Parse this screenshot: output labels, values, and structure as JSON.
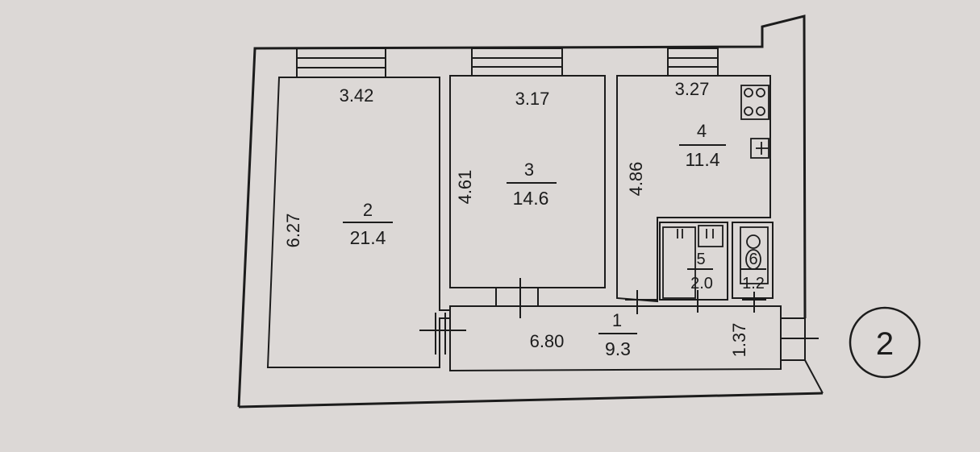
{
  "plan": {
    "rooms": [
      {
        "number": "2",
        "area": "21.4",
        "width": "3.42",
        "length": "6.27"
      },
      {
        "number": "3",
        "area": "14.6",
        "width": "3.17",
        "length": "4.61"
      },
      {
        "number": "4",
        "area": "11.4",
        "width": "3.27",
        "length": "4.86"
      },
      {
        "number": "5",
        "area": "2.0"
      },
      {
        "number": "6",
        "area": "1.2"
      },
      {
        "number": "1",
        "area": "9.3",
        "length": "6.80",
        "width": "1.37"
      }
    ],
    "plan_marker": "2"
  }
}
